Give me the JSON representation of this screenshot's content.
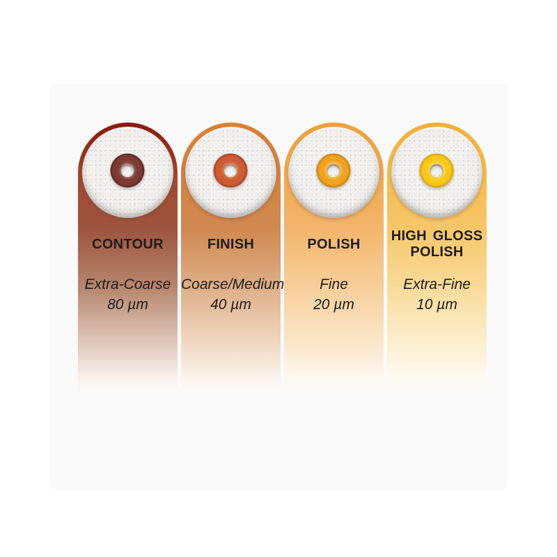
{
  "page": {
    "background": "#ffffff",
    "card_background": "#fafafa"
  },
  "columns": [
    {
      "label": "CONTOUR",
      "grit": "Extra-Coarse",
      "particle_size": "80 µm",
      "gradient": [
        "#8a1a0d",
        "#a1482c",
        "#9e553f",
        "#b8886f",
        "#dfc9bc",
        "#f8f1ec"
      ],
      "ring_color": "#7d3a33",
      "ring_color_light": "#94524a",
      "ring_color_dark": "#5f2721"
    },
    {
      "label": "FINISH",
      "grit": "Coarse/Medium",
      "particle_size": "40 µm",
      "gradient": [
        "#dc8033",
        "#d5803e",
        "#d08a52",
        "#deb089",
        "#f0d9c2",
        "#fbf4ec"
      ],
      "ring_color": "#cd5b33",
      "ring_color_light": "#dd7040",
      "ring_color_dark": "#a8441f"
    },
    {
      "label": "POLISH",
      "grit": "Fine",
      "particle_size": "20 µm",
      "gradient": [
        "#efa138",
        "#f1a94e",
        "#f3b66c",
        "#f7d09c",
        "#fbe7ca",
        "#fdf8f0"
      ],
      "ring_color": "#f2a31d",
      "ring_color_light": "#f8bc4a",
      "ring_color_dark": "#cf810c"
    },
    {
      "label": "HIGH GLOSS POLISH",
      "grit": "Extra-Fine",
      "particle_size": "10 µm",
      "gradient": [
        "#f3b037",
        "#f5bb4b",
        "#f6c76b",
        "#f9dc9b",
        "#fcefd0",
        "#fefaf0"
      ],
      "ring_color": "#f9c816",
      "ring_color_light": "#fdd84a",
      "ring_color_dark": "#d9a409"
    }
  ]
}
